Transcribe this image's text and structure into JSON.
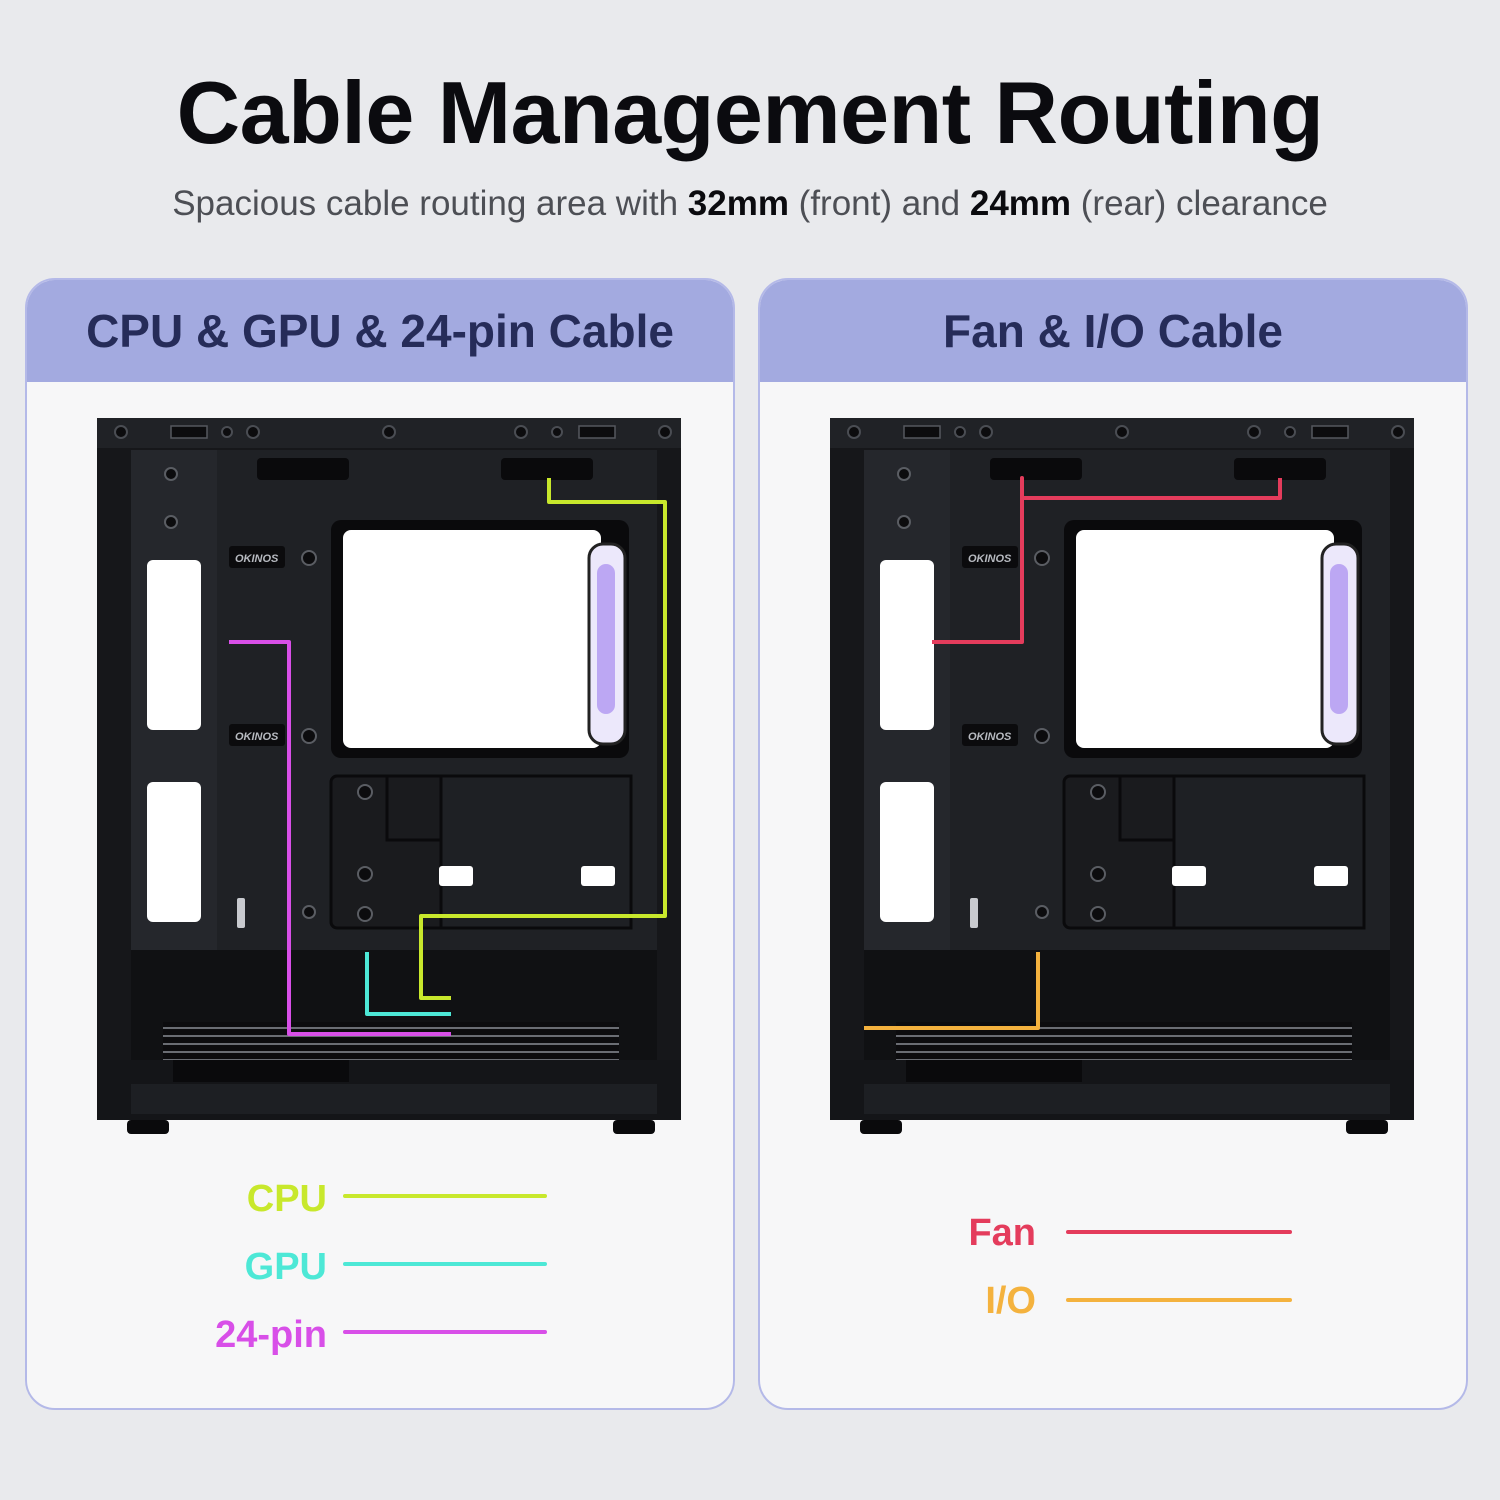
{
  "title": "Cable Management Routing",
  "subtitle": {
    "before": "Spacious cable routing area with ",
    "front_value": "32mm",
    "front_text": " (front) and ",
    "rear_value": "24mm",
    "rear_text": " (rear) clearance"
  },
  "panels": [
    {
      "title": "CPU & GPU & 24-pin Cable",
      "legend": [
        {
          "label": "CPU",
          "color": "#c8e82c"
        },
        {
          "label": "GPU",
          "color": "#4de8d6"
        },
        {
          "label": "24-pin",
          "color": "#d84fe8"
        }
      ]
    },
    {
      "title": "Fan & I/O Cable",
      "legend": [
        {
          "label": "Fan",
          "color": "#e43c5c"
        },
        {
          "label": "I/O",
          "color": "#f4b23e"
        }
      ]
    }
  ],
  "case_branding": "OKINOS"
}
